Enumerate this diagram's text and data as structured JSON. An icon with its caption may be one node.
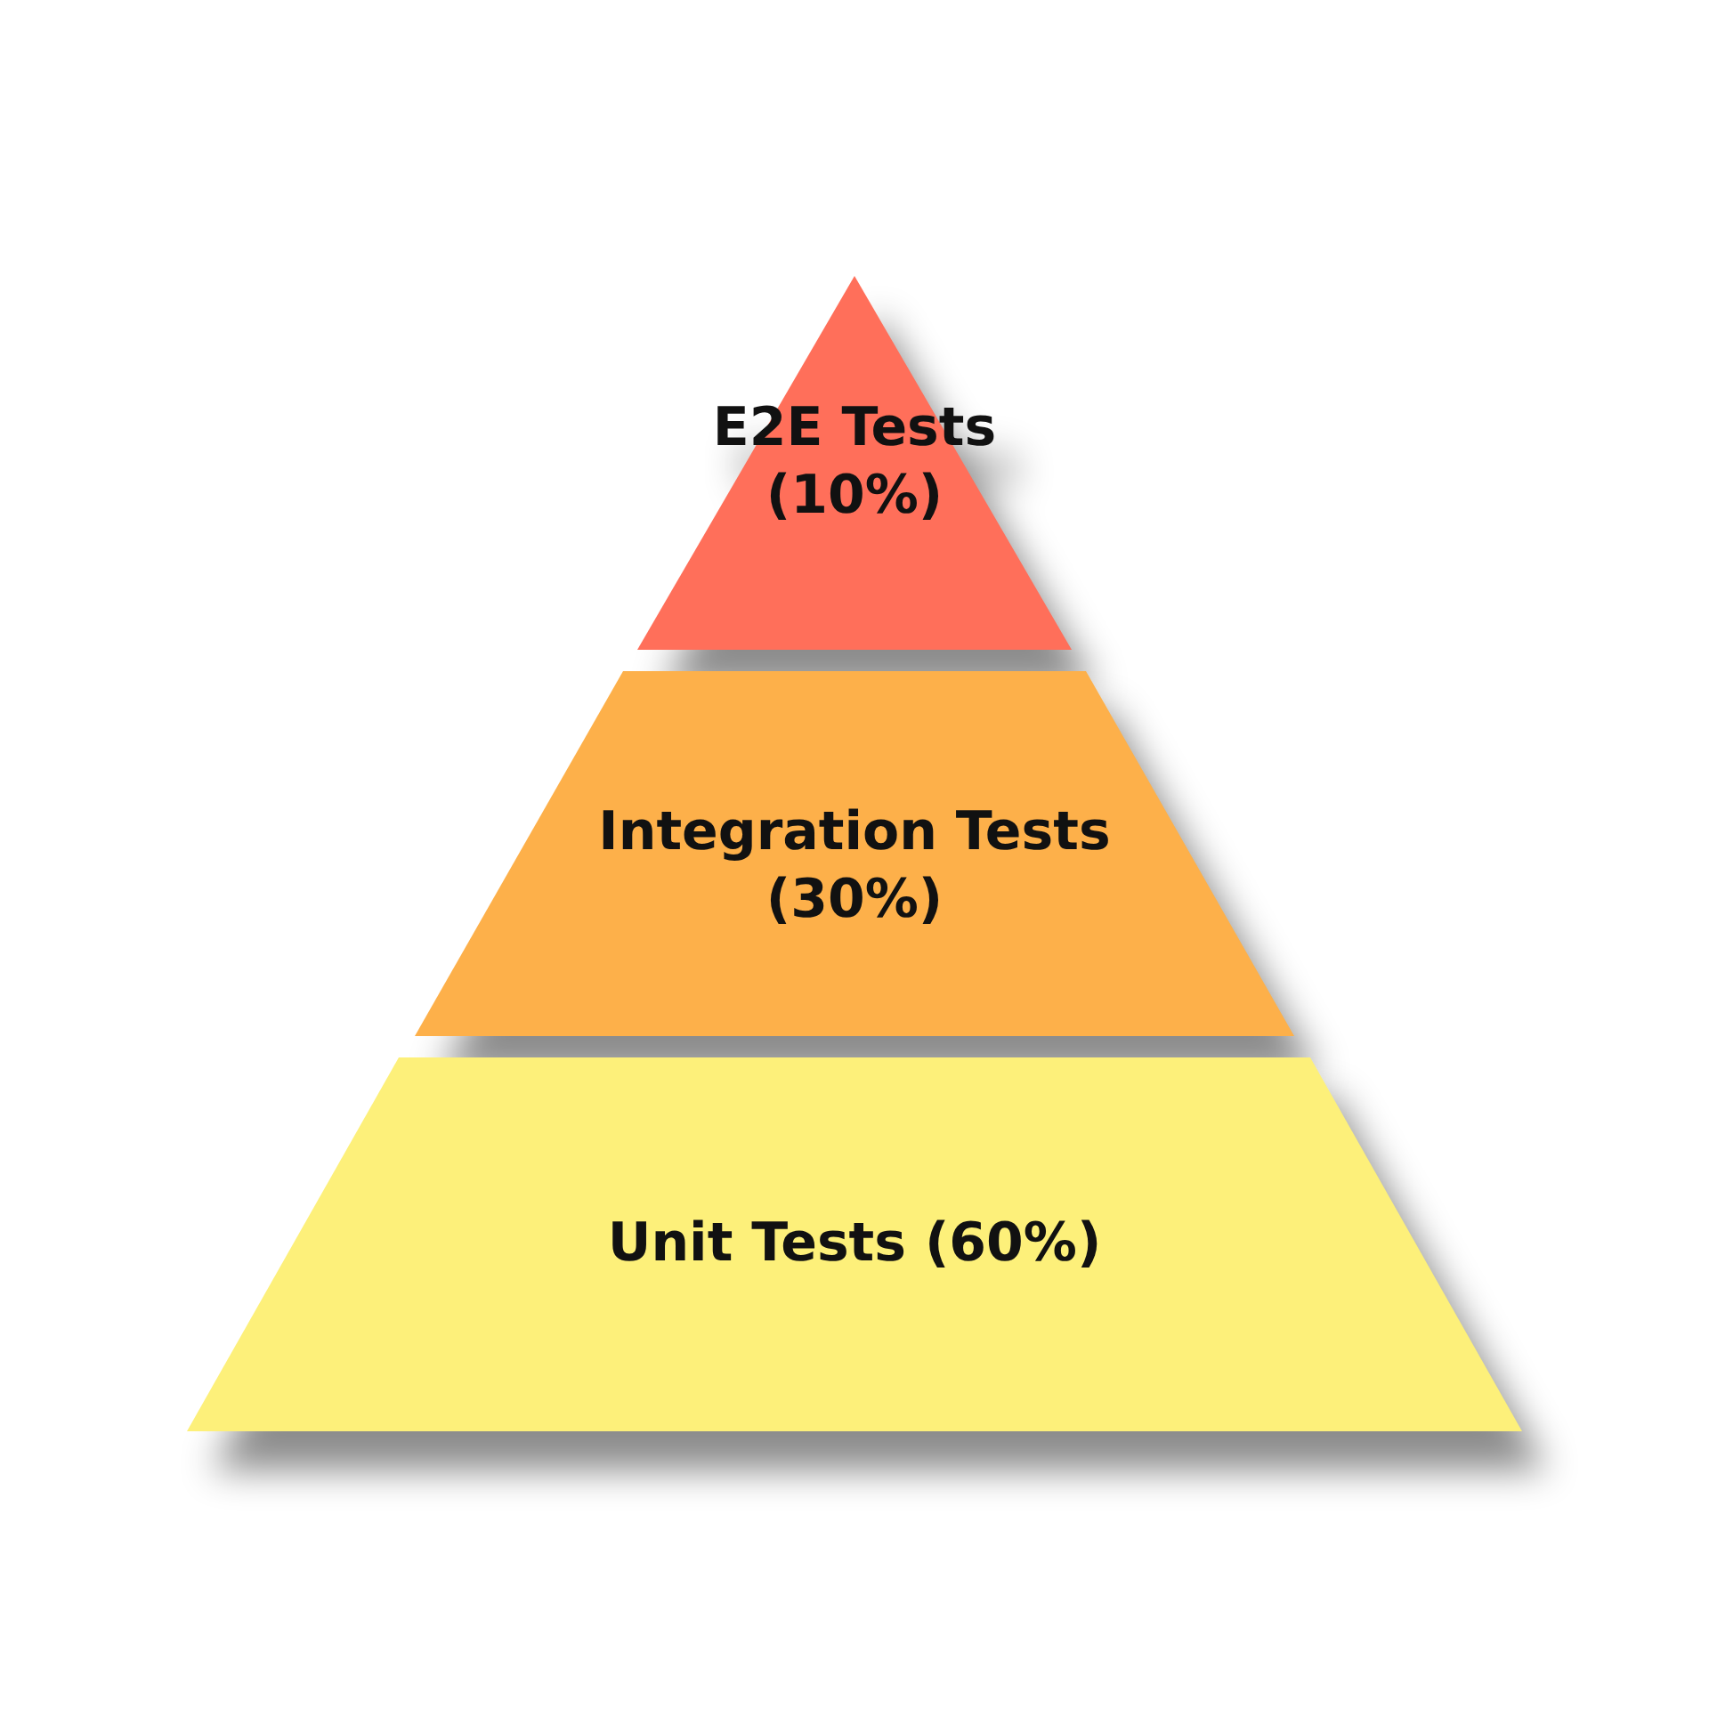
{
  "diagram": {
    "nodes": [
      {
        "text": [
          "E2E Tests (10%)"
        ]
      },
      {
        "text": [
          "Integration Tests (30%)"
        ]
      },
      {
        "text": [
          "Unit Tests (60%)"
        ]
      }
    ]
  }
}
